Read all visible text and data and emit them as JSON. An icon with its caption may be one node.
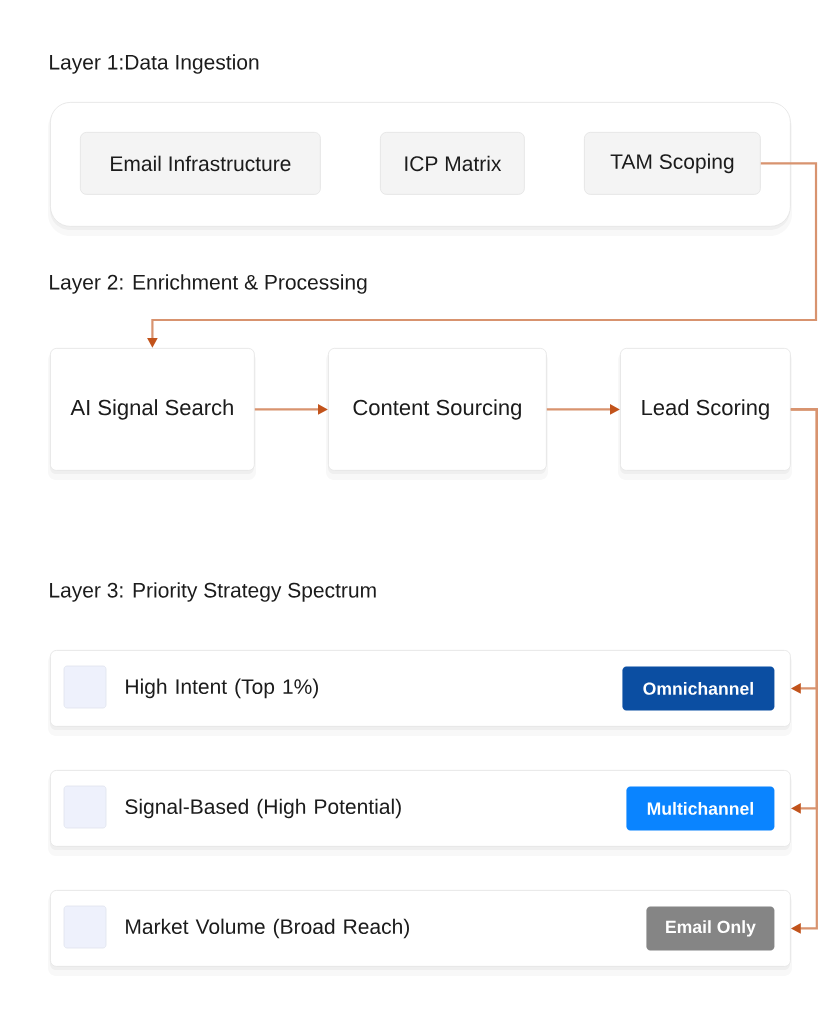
{
  "diagram": {
    "nodes": [
      {
        "text": [
          "Layer 1:Data Ingestion"
        ]
      },
      {
        "text": [
          "Email Infrastructure"
        ],
        "in": 0
      },
      {
        "text": [
          "ICP Matrix"
        ],
        "in": 0
      },
      {
        "text": [
          "TAM Scoping"
        ],
        "in": 0
      },
      {
        "text": [
          "AI Signal Search"
        ]
      },
      {
        "text": [
          "Content Sourcing"
        ]
      },
      {
        "text": [
          "Lead Scoring"
        ]
      },
      {
        "text": [
          "High Intent (Top 1%)"
        ]
      },
      {
        "text": [
          "Omnichannel"
        ],
        "in": 7
      },
      {
        "text": [
          "Signal-Based (High Potential)"
        ]
      },
      {
        "text": [
          "Multichannel"
        ],
        "in": 9
      },
      {
        "text": [
          "Market Volume (Broad Reach)"
        ]
      },
      {
        "text": [
          "Email Only"
        ],
        "in": 11
      }
    ],
    "edges": [
      {
        "from": 3,
        "to": 4,
        "arrow": "to"
      },
      {
        "from": 4,
        "to": 5,
        "arrow": "to"
      },
      {
        "from": 5,
        "to": 6,
        "arrow": "to"
      },
      {
        "from": 6,
        "to": 7,
        "arrow": "to"
      },
      {
        "from": 6,
        "to": 9,
        "arrow": "to"
      },
      {
        "from": 6,
        "to": 11,
        "arrow": "to"
      }
    ],
    "labels": [
      "Layer 2: Enrichment & Processing",
      "Layer 3: Priority Strategy Spectrum"
    ]
  }
}
